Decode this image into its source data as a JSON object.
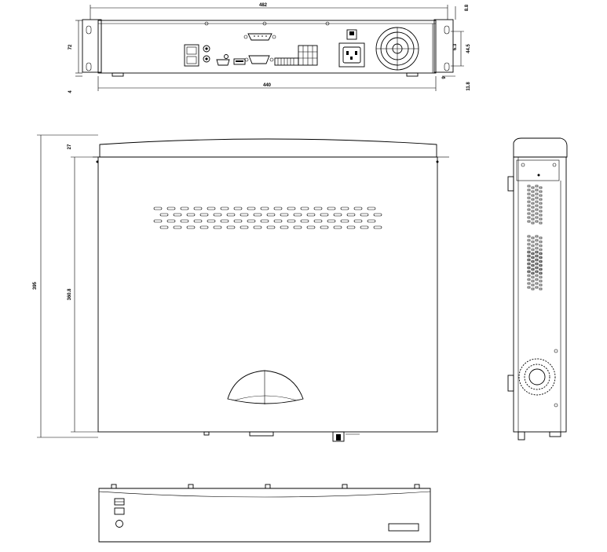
{
  "dimensions": {
    "rack_width": "482",
    "body_width": "440",
    "height": "72",
    "bottom_offset": "4",
    "ear_offset": "8.8",
    "hole_spacing": "44.5",
    "hole_offset": "6.3",
    "ear_gap": "9",
    "ear_height": "11.8",
    "depth_total": "395",
    "depth_body": "360.8",
    "front_overhang": "27"
  }
}
